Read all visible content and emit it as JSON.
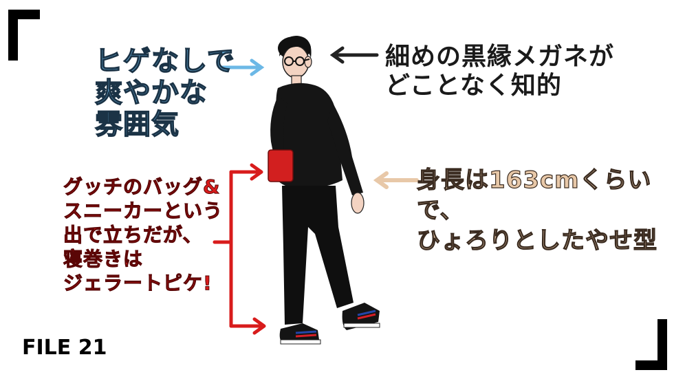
{
  "colors": {
    "blue": "#6cb8e6",
    "red": "#d81c1c",
    "tan": "#e8c8a8",
    "black": "#111111",
    "shoe_red": "#d61f26",
    "shoe_blue": "#2346a8"
  },
  "annotations": {
    "left_top": [
      "ヒゲなしで",
      "爽やかな",
      "雰囲気"
    ],
    "right_top": [
      "細めの黒縁メガネが",
      "どことなく知的"
    ],
    "right_mid": [
      "身長は163cmくらいで、",
      "ひょろりとしたやせ型"
    ],
    "left_bottom": [
      "グッチのバッグ&",
      "スニーカーという",
      "出で立ちだが、",
      "寝巻きは",
      "ジェラートピケ!"
    ]
  },
  "file_label": "FILE 21",
  "icons": {
    "corner_tl": "corner-bracket-top-left-icon",
    "corner_br": "corner-bracket-bottom-right-icon",
    "arrow_blue": "arrow-right-icon",
    "arrow_black": "arrow-left-icon",
    "arrow_tan": "arrow-left-icon",
    "arrow_red": "bracket-arrows-icon"
  }
}
